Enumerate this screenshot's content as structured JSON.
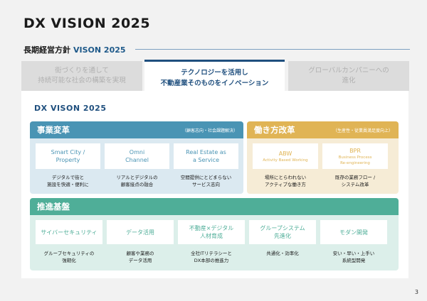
{
  "title": "DX VISION 2025",
  "subtitle": {
    "prefix": "長期経営方針",
    "accent": "VISON 2025"
  },
  "tabs": [
    {
      "line1": "街づくりを通して",
      "line2": "持続可能な社会の構築を実現"
    },
    {
      "line1": "テクノロジーを活用し",
      "line2": "不動産業そのものをイノベーション"
    },
    {
      "line1": "グローバルカンパニーへの",
      "line2": "進化"
    }
  ],
  "panel_title": "DX VISON 2025",
  "sections": {
    "business": {
      "heading": "事業変革",
      "note": "（顧客志向・社会課題解決）",
      "cards": [
        {
          "line1": "Smart City /",
          "line2": "Property"
        },
        {
          "line1": "Omni",
          "line2": "Channel"
        },
        {
          "line1": "Real Estate as",
          "line2": "a Service"
        }
      ],
      "descs": [
        {
          "line1": "デジタルで街と",
          "line2": "施設を快適・便利に"
        },
        {
          "line1": "リアルとデジタルの",
          "line2": "顧客接点の融合"
        },
        {
          "line1": "空間提供にとどまらない",
          "line2": "サービス志向"
        }
      ]
    },
    "workstyle": {
      "heading": "働き方改革",
      "note": "（生産性・従業員満足度向上）",
      "cards": [
        {
          "main": "ABW",
          "sub": "Activity Based Working"
        },
        {
          "main": "BPR",
          "sub": "Business Process",
          "sub2": "Re-engineering"
        }
      ],
      "descs": [
        {
          "line1": "場所にとらわれない",
          "line2": "アクティブな働き方"
        },
        {
          "line1": "既存の業務フロー /",
          "line2": "システム改革"
        }
      ]
    },
    "foundation": {
      "heading": "推進基盤",
      "cards": [
        {
          "line1": "サイバーセキュリティ"
        },
        {
          "line1": "データ活用"
        },
        {
          "line1": "不動産×デジタル",
          "line2": "人材育成"
        },
        {
          "line1": "グループシステム",
          "line2": "先進化"
        },
        {
          "line1": "モダン開発"
        }
      ],
      "descs": [
        {
          "line1": "グループセキュリティの",
          "line2": "強靭化"
        },
        {
          "line1": "顧客や業務の",
          "line2": "データ活用"
        },
        {
          "line1": "全社ITリテラシーと",
          "line2": "DX本部の推進力"
        },
        {
          "line1": "共通化・効率化"
        },
        {
          "line1": "安い・早い・上手い",
          "line2": "系統型開発"
        }
      ]
    }
  },
  "page_number": "3",
  "colors": {
    "navy": "#1f4f7e",
    "blue": "#4a94b4",
    "gold": "#e0b455",
    "teal": "#4fae98"
  }
}
